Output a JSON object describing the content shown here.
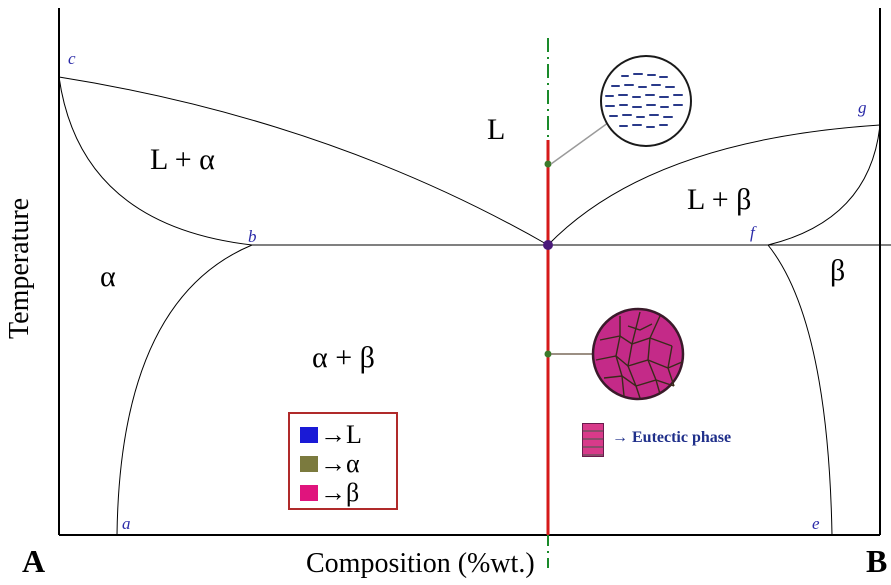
{
  "axes": {
    "ylabel": "Temperature",
    "xlabel": "Composition (%wt.)",
    "left_end": "A",
    "right_end": "B"
  },
  "regions": {
    "liquid": "L",
    "l_alpha": "L + α",
    "l_beta": "L + β",
    "alpha": "α",
    "beta": "β",
    "alpha_beta": "α + β"
  },
  "points": {
    "a": "a",
    "b": "b",
    "c": "c",
    "e": "e",
    "f": "f",
    "g": "g"
  },
  "legend": {
    "items": [
      {
        "symbol": "L",
        "color": "#1a1ad6"
      },
      {
        "symbol": "α",
        "color": "#7b7a3e"
      },
      {
        "symbol": "β",
        "color": "#e0147d"
      }
    ],
    "arrow": "→"
  },
  "eutectic": {
    "arrow": "→",
    "label": "Eutectic phase"
  },
  "colors": {
    "composition_line": "#d61a1a",
    "dash_line": "#1a8a2a",
    "eutectic_point": "#4a1a7a",
    "liquid_micro": "#2a3a8a",
    "eutectic_micro": "#c42a88"
  }
}
